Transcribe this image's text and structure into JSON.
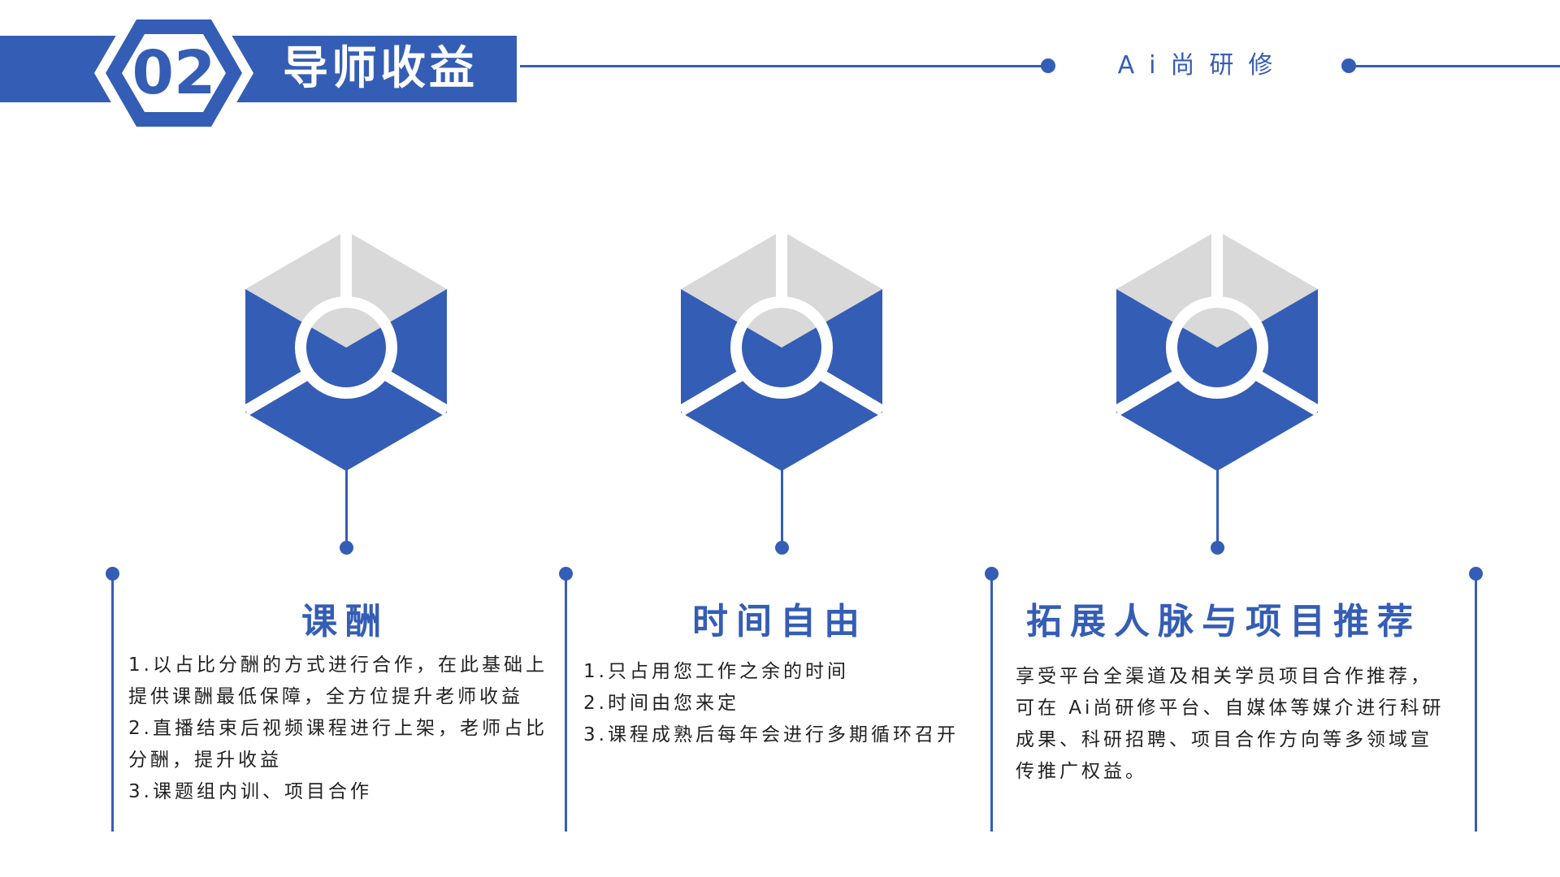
{
  "header": {
    "number": "02",
    "title": "导师收益",
    "brand": "Ai尚研修"
  },
  "colors": {
    "accent": "#345db5",
    "light": "#d9d9d9"
  },
  "columns": [
    {
      "icon": "hexagon-cube-icon",
      "title": "课酬",
      "lines": [
        "1.以占比分酬的方式进行合作，在此基础上",
        "提供课酬最低保障，全方位提升老师收益",
        "2.直播结束后视频课程进行上架，老师占比",
        "分酬，提升收益",
        "3.课题组内训、项目合作"
      ]
    },
    {
      "icon": "hexagon-cube-icon",
      "title": "时间自由",
      "lines": [
        "1.只占用您工作之余的时间",
        "2.时间由您来定",
        "3.课程成熟后每年会进行多期循环召开"
      ]
    },
    {
      "icon": "hexagon-cube-icon",
      "title": "拓展人脉与项目推荐",
      "lines": [
        "享受平台全渠道及相关学员项目合作推荐，",
        "可在 Ai尚研修平台、自媒体等媒介进行科研",
        "成果、科研招聘、项目合作方向等多领域宣",
        "传推广权益。"
      ]
    }
  ]
}
